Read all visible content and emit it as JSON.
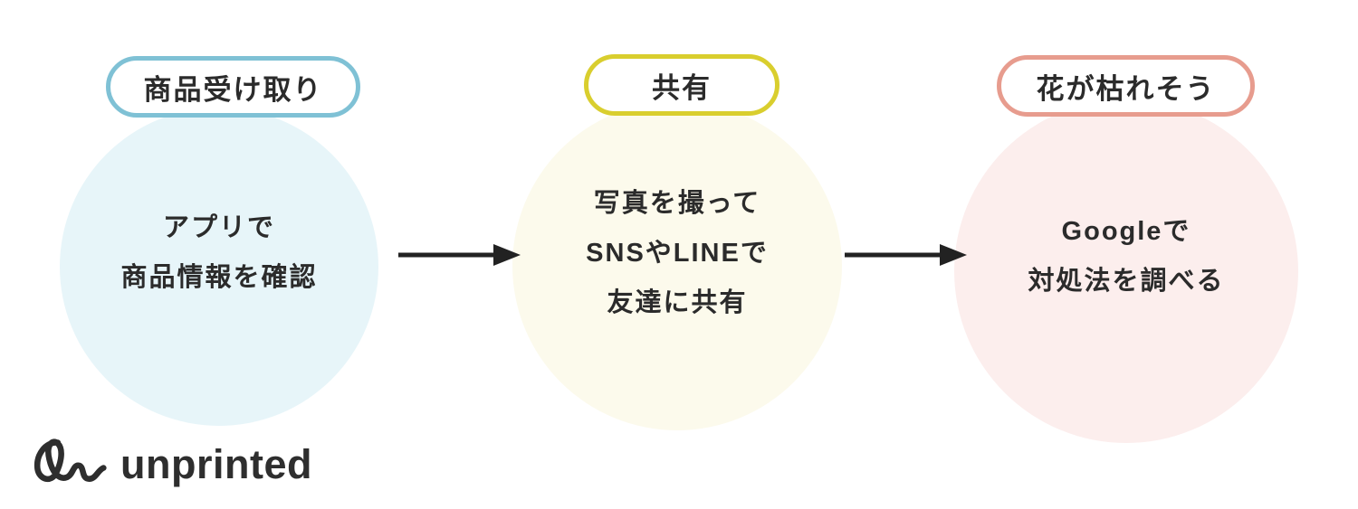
{
  "diagram": {
    "steps": [
      {
        "label": "商品受け取り",
        "lines": [
          "アプリで",
          "商品情報を確認"
        ],
        "accent_color": "#7fc1d5",
        "fill_color": "#e7f5f9"
      },
      {
        "label": "共有",
        "lines": [
          "写真を撮って",
          "SNSやLINEで",
          "友達に共有"
        ],
        "accent_color": "#d9ce2e",
        "fill_color": "#fcfaec"
      },
      {
        "label": "花が枯れそう",
        "lines": [
          "Googleで",
          "対処法を調べる"
        ],
        "accent_color": "#e79c8e",
        "fill_color": "#fceeed"
      }
    ],
    "text_color": "#2b2b2b",
    "arrow_color": "#222222"
  },
  "logo": {
    "text": "unprinted",
    "color": "#2e2e2e"
  }
}
